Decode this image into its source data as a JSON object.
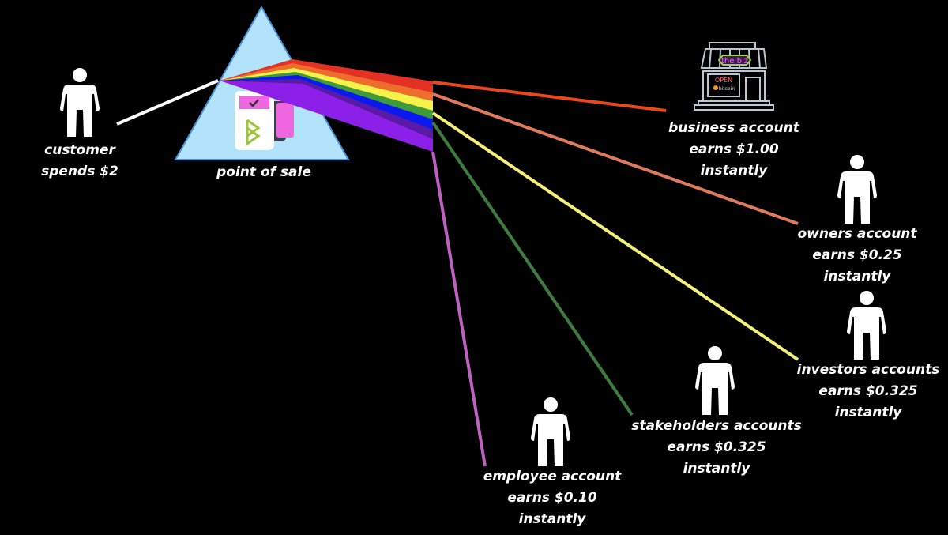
{
  "customer": {
    "line1": "customer",
    "line2": "spends $2"
  },
  "pos": {
    "label": "point of sale",
    "icon": "pos-terminal-icon"
  },
  "business": {
    "line1": "business account",
    "line2": "earns $1.00",
    "line3": "instantly",
    "store_sign": "the biz",
    "open_sign": "OPEN",
    "bitcoin_sign": "bitcoin",
    "color": "#e8481c"
  },
  "owners": {
    "line1": "owners account",
    "line2": "earns $0.25",
    "line3": "instantly",
    "color": "#e07a5f"
  },
  "investors": {
    "line1": "investors accounts",
    "line2": "earns $0.325",
    "line3": "instantly",
    "color": "#f5f07a"
  },
  "stakeholders": {
    "line1": "stakeholders accounts",
    "line2": "earns $0.325",
    "line3": "instantly",
    "color": "#3e7d3e"
  },
  "employee": {
    "line1": "employee account",
    "line2": "earns $0.10",
    "line3": "instantly",
    "color": "#c060c0"
  }
}
